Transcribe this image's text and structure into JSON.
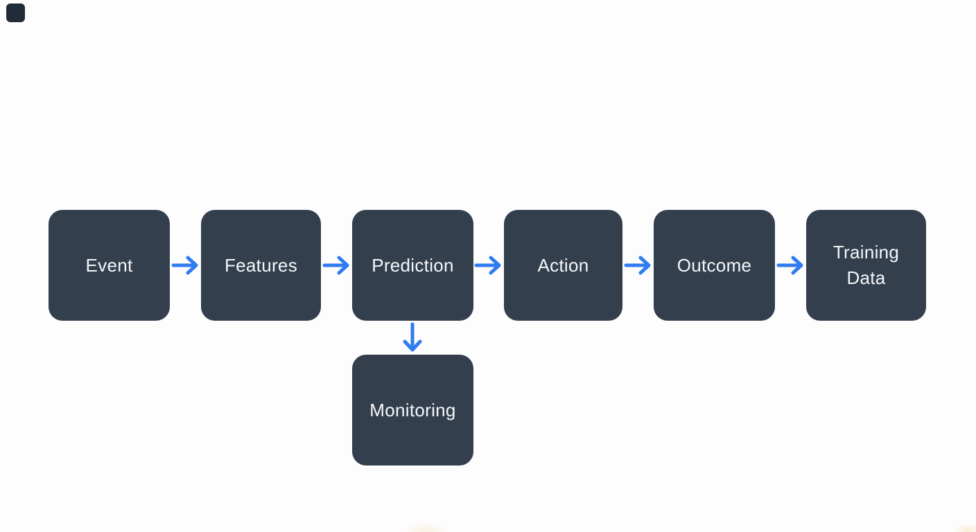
{
  "diagram": {
    "type": "flowchart",
    "background_color": "#fdfdfd",
    "node_color": "#343f4e",
    "text_color": "#f5f7f9",
    "arrow_color": "#2f7bf0",
    "nodes": [
      {
        "id": "event",
        "label": "Event"
      },
      {
        "id": "features",
        "label": "Features"
      },
      {
        "id": "prediction",
        "label": "Prediction"
      },
      {
        "id": "action",
        "label": "Action"
      },
      {
        "id": "outcome",
        "label": "Outcome"
      },
      {
        "id": "training-data",
        "label": "Training Data"
      },
      {
        "id": "monitoring",
        "label": "Monitoring"
      }
    ],
    "connections": [
      {
        "from": "Event",
        "to": "Features",
        "direction": "right"
      },
      {
        "from": "Features",
        "to": "Prediction",
        "direction": "right"
      },
      {
        "from": "Prediction",
        "to": "Action",
        "direction": "right"
      },
      {
        "from": "Action",
        "to": "Outcome",
        "direction": "right"
      },
      {
        "from": "Outcome",
        "to": "Training Data",
        "direction": "right"
      },
      {
        "from": "Prediction",
        "to": "Monitoring",
        "direction": "down"
      }
    ]
  }
}
